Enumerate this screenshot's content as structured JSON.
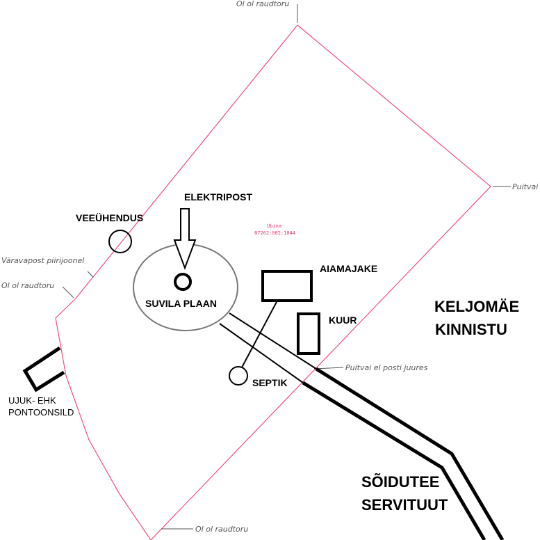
{
  "colors": {
    "boundary": "#f0507a",
    "ink": "#000000",
    "ellipse": "#777777",
    "note": "#555555"
  },
  "labels": {
    "elektripost": "ELEKTRIPOST",
    "veeuhendus": "VEEÜHENDUS",
    "suvila": "SUVILA PLAAN",
    "aiamajake": "AIAMAJAKE",
    "kuur": "KUUR",
    "septik": "SEPTIK",
    "keljomae_1": "KELJOMÄE",
    "keljomae_2": "KINNISTU",
    "soidutee_1": "SÕIDUTEE",
    "soidutee_2": "SERVITUUT",
    "ujuk_1": "UJUK- EHK",
    "ujuk_2": "PONTOONSILD"
  },
  "notes": {
    "top": "Ol ol raudtoru",
    "right": "Puitvai",
    "varavapost": "Väravapost piirijoonel",
    "left": "Ol ol raudtoru",
    "puitvai_post": "Puitvai el posti juures",
    "bottom": "Ol ol raudtoru"
  },
  "parcel": {
    "name": "Ubina",
    "code": "87202:002:1044"
  }
}
